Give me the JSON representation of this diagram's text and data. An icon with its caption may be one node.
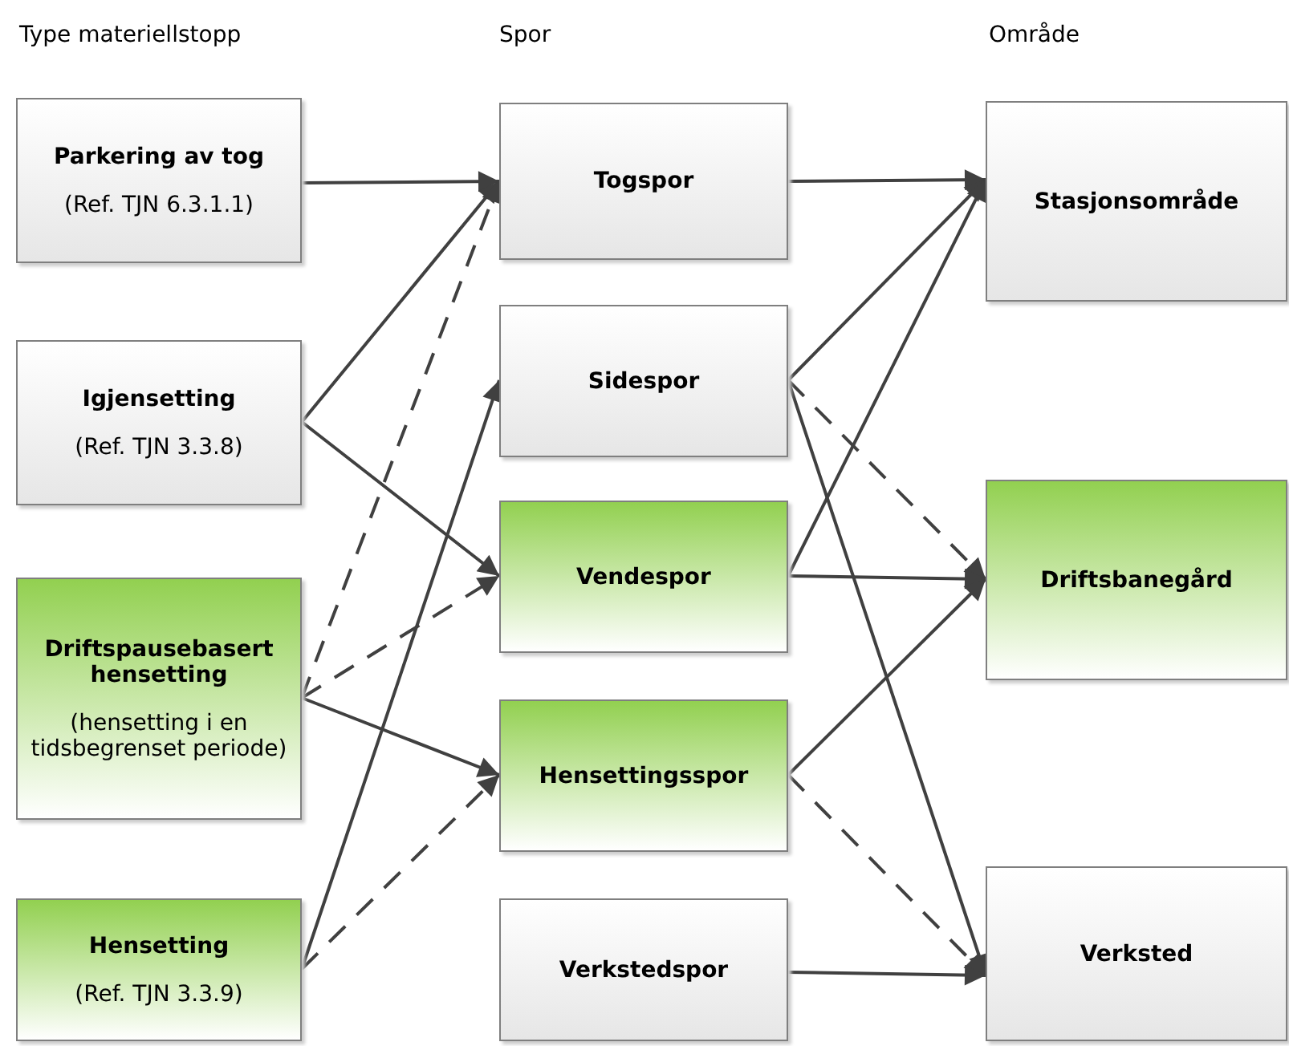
{
  "diagram": {
    "nodes": [
      {
        "text": [
          "Parkering av tog",
          "(Ref. TJN 6.3.1.1)"
        ]
      },
      {
        "text": [
          "Igjensetting",
          "(Ref. TJN 3.3.8)"
        ]
      },
      {
        "text": [
          "Driftspausebasert hensetting",
          "(hensetting i en tidsbegrenset periode)"
        ]
      },
      {
        "text": [
          "Hensetting",
          "(Ref. TJN 3.3.9)"
        ]
      },
      {
        "text": [
          "Togspor"
        ]
      },
      {
        "text": [
          "Sidespor"
        ]
      },
      {
        "text": [
          "Vendespor"
        ]
      },
      {
        "text": [
          "Hensettingsspor"
        ]
      },
      {
        "text": [
          "Verkstedspor"
        ]
      },
      {
        "text": [
          "Stasjonsområde"
        ]
      },
      {
        "text": [
          "Driftsbanegård"
        ]
      },
      {
        "text": [
          "Verksted"
        ]
      }
    ],
    "edges": [
      {
        "from": 0,
        "to": 4,
        "arrow": "to"
      },
      {
        "from": 1,
        "to": 4,
        "arrow": "to"
      },
      {
        "from": 1,
        "to": 6,
        "arrow": "to"
      },
      {
        "from": 2,
        "to": 4,
        "arrow": "to",
        "style": "dashed"
      },
      {
        "from": 2,
        "to": 6,
        "arrow": "to",
        "style": "dashed"
      },
      {
        "from": 2,
        "to": 7,
        "arrow": "to"
      },
      {
        "from": 3,
        "to": 5,
        "arrow": "to"
      },
      {
        "from": 3,
        "to": 7,
        "arrow": "to",
        "style": "dashed"
      },
      {
        "from": 4,
        "to": 9,
        "arrow": "to"
      },
      {
        "from": 5,
        "to": 9,
        "arrow": "to"
      },
      {
        "from": 5,
        "to": 10,
        "arrow": "to",
        "style": "dashed"
      },
      {
        "from": 5,
        "to": 11,
        "arrow": "to"
      },
      {
        "from": 6,
        "to": 9,
        "arrow": "to"
      },
      {
        "from": 6,
        "to": 10,
        "arrow": "to"
      },
      {
        "from": 7,
        "to": 10,
        "arrow": "to"
      },
      {
        "from": 7,
        "to": 11,
        "arrow": "to",
        "style": "dashed"
      },
      {
        "from": 8,
        "to": 11,
        "arrow": "to"
      }
    ],
    "labels": [
      "Type materiellstopp",
      "Spor",
      "Område"
    ]
  }
}
